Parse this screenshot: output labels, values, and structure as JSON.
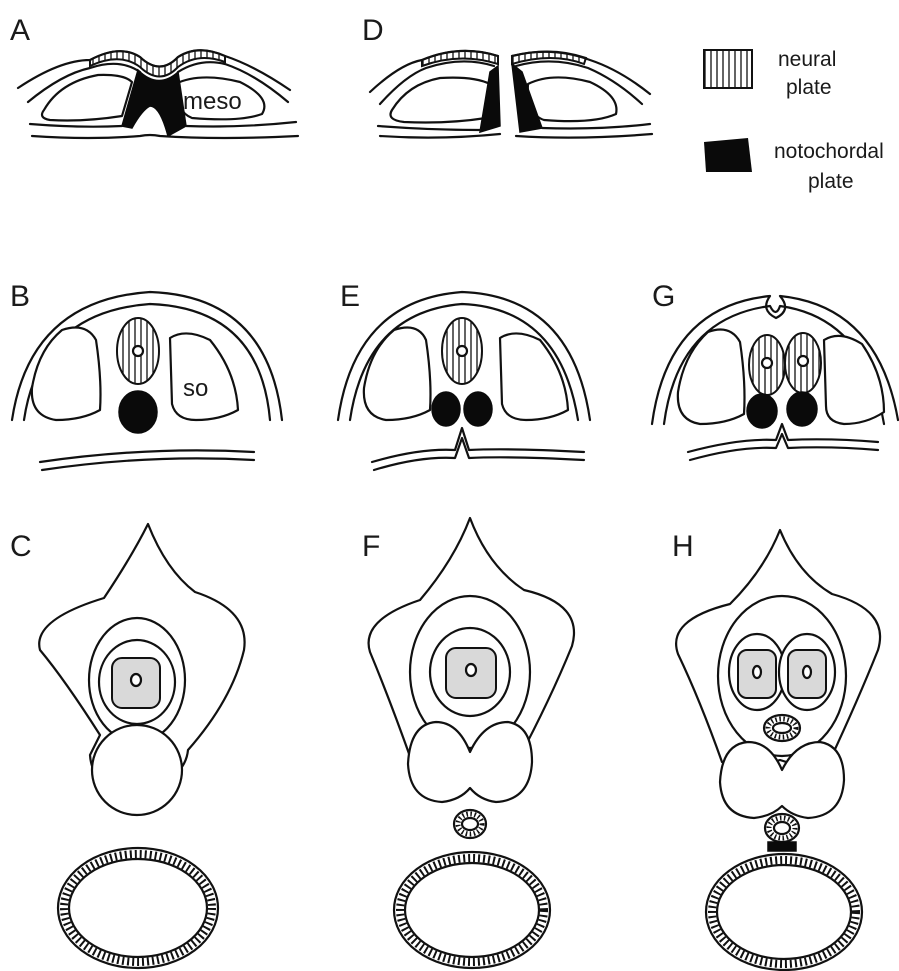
{
  "panels": {
    "a": "A",
    "b": "B",
    "c": "C",
    "d": "D",
    "e": "E",
    "f": "F",
    "g": "G",
    "h": "H"
  },
  "inner_labels": {
    "meso": "meso",
    "so": "so"
  },
  "legend": {
    "neural_line1": "neural",
    "neural_line2": "plate",
    "noto_line1": "notochordal",
    "noto_line2": "plate"
  },
  "colors": {
    "ink": "#111111",
    "notochord": "#0a0a0a",
    "cartilage_fill": "#d9d9d9",
    "background": "#ffffff"
  }
}
